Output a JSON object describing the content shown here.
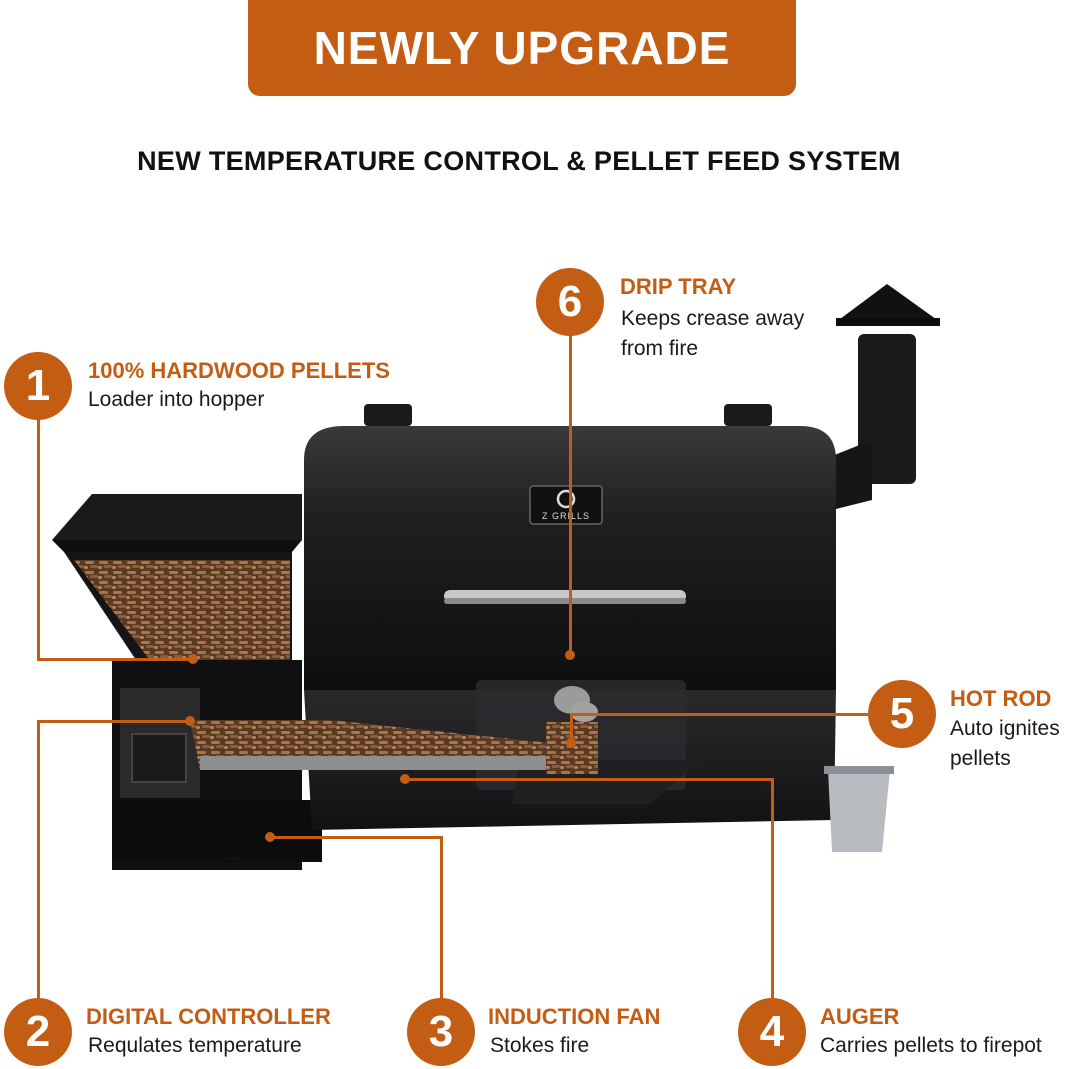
{
  "banner": {
    "title": "NEWLY UPGRADE"
  },
  "subtitle": "NEW TEMPERATURE CONTROL & PELLET FEED SYSTEM",
  "product": {
    "logo_text": "Z GRILLS"
  },
  "colors": {
    "accent": "#c45d14",
    "grill": "#1c1c1e",
    "text": "#1a1a1a"
  },
  "callouts": [
    {
      "number": "1",
      "title": "100% HARDWOOD PELLETS",
      "description": "Loader into hopper"
    },
    {
      "number": "2",
      "title": "DIGITAL CONTROLLER",
      "description": "Requlates temperature"
    },
    {
      "number": "3",
      "title": "INDUCTION FAN",
      "description": "Stokes fire"
    },
    {
      "number": "4",
      "title": "AUGER",
      "description": "Carries pellets to firepot"
    },
    {
      "number": "5",
      "title": "HOT ROD",
      "description": "Auto ignites pellets"
    },
    {
      "number": "6",
      "title": "DRIP TRAY",
      "description": "Keeps crease away from fire"
    }
  ]
}
